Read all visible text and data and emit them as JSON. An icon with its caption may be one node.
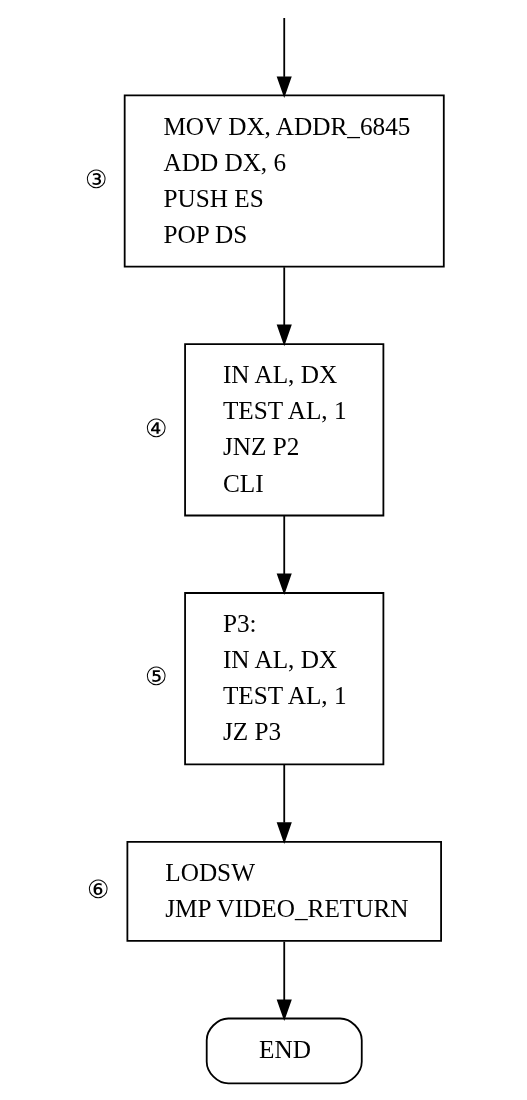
{
  "diagram": {
    "nodes": [
      {
        "text": [
          "MOV DX, ADDR_6845",
          "ADD DX, 6",
          "PUSH ES",
          "POP DS"
        ],
        "beside": [
          "③"
        ]
      },
      {
        "text": [
          "IN AL, DX",
          "TEST AL, 1",
          "JNZ P2",
          "CLI"
        ],
        "beside": [
          "④"
        ]
      },
      {
        "text": [
          "P3:",
          "IN AL, DX",
          "TEST AL, 1",
          "JZ P3"
        ],
        "beside": [
          "⑤"
        ]
      },
      {
        "text": [
          "LODSW",
          "JMP VIDEO_RETURN"
        ],
        "beside": [
          "⑥"
        ]
      },
      {
        "text": [
          "END"
        ]
      }
    ],
    "edges": [
      {
        "from": null,
        "to": 0,
        "arrow": "to"
      },
      {
        "from": 0,
        "to": 1,
        "arrow": "to"
      },
      {
        "from": 1,
        "to": 2,
        "arrow": "to"
      },
      {
        "from": 2,
        "to": 3,
        "arrow": "to"
      },
      {
        "from": 3,
        "to": 4,
        "arrow": "to"
      }
    ]
  }
}
